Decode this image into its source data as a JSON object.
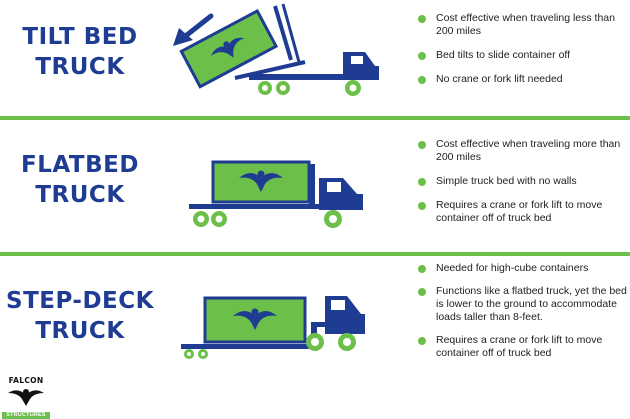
{
  "colors": {
    "brand_blue": "#1f3c93",
    "accent_green": "#6cc04a"
  },
  "sections": [
    {
      "title_line1": "TILT BED",
      "title_line2": "TRUCK",
      "bullets": [
        "Cost effective when traveling less than 200 miles",
        "Bed tilts to slide container off",
        "No crane or fork lift needed"
      ]
    },
    {
      "title_line1": "FLATBED",
      "title_line2": "TRUCK",
      "bullets": [
        "Cost effective when traveling more than 200 miles",
        "Simple truck bed with no walls",
        "Requires a crane or fork lift to move container off of truck bed"
      ]
    },
    {
      "title_line1": "STEP-DECK",
      "title_line2": "TRUCK",
      "bullets": [
        "Needed  for high-cube containers",
        "Functions like a flatbed truck, yet the bed is lower to the ground to accommodate loads taller than 8-feet.",
        "Requires a crane or fork lift to move container off of truck bed"
      ]
    }
  ],
  "logo": {
    "name": "FALCON",
    "tagline": "STRUCTURES"
  }
}
